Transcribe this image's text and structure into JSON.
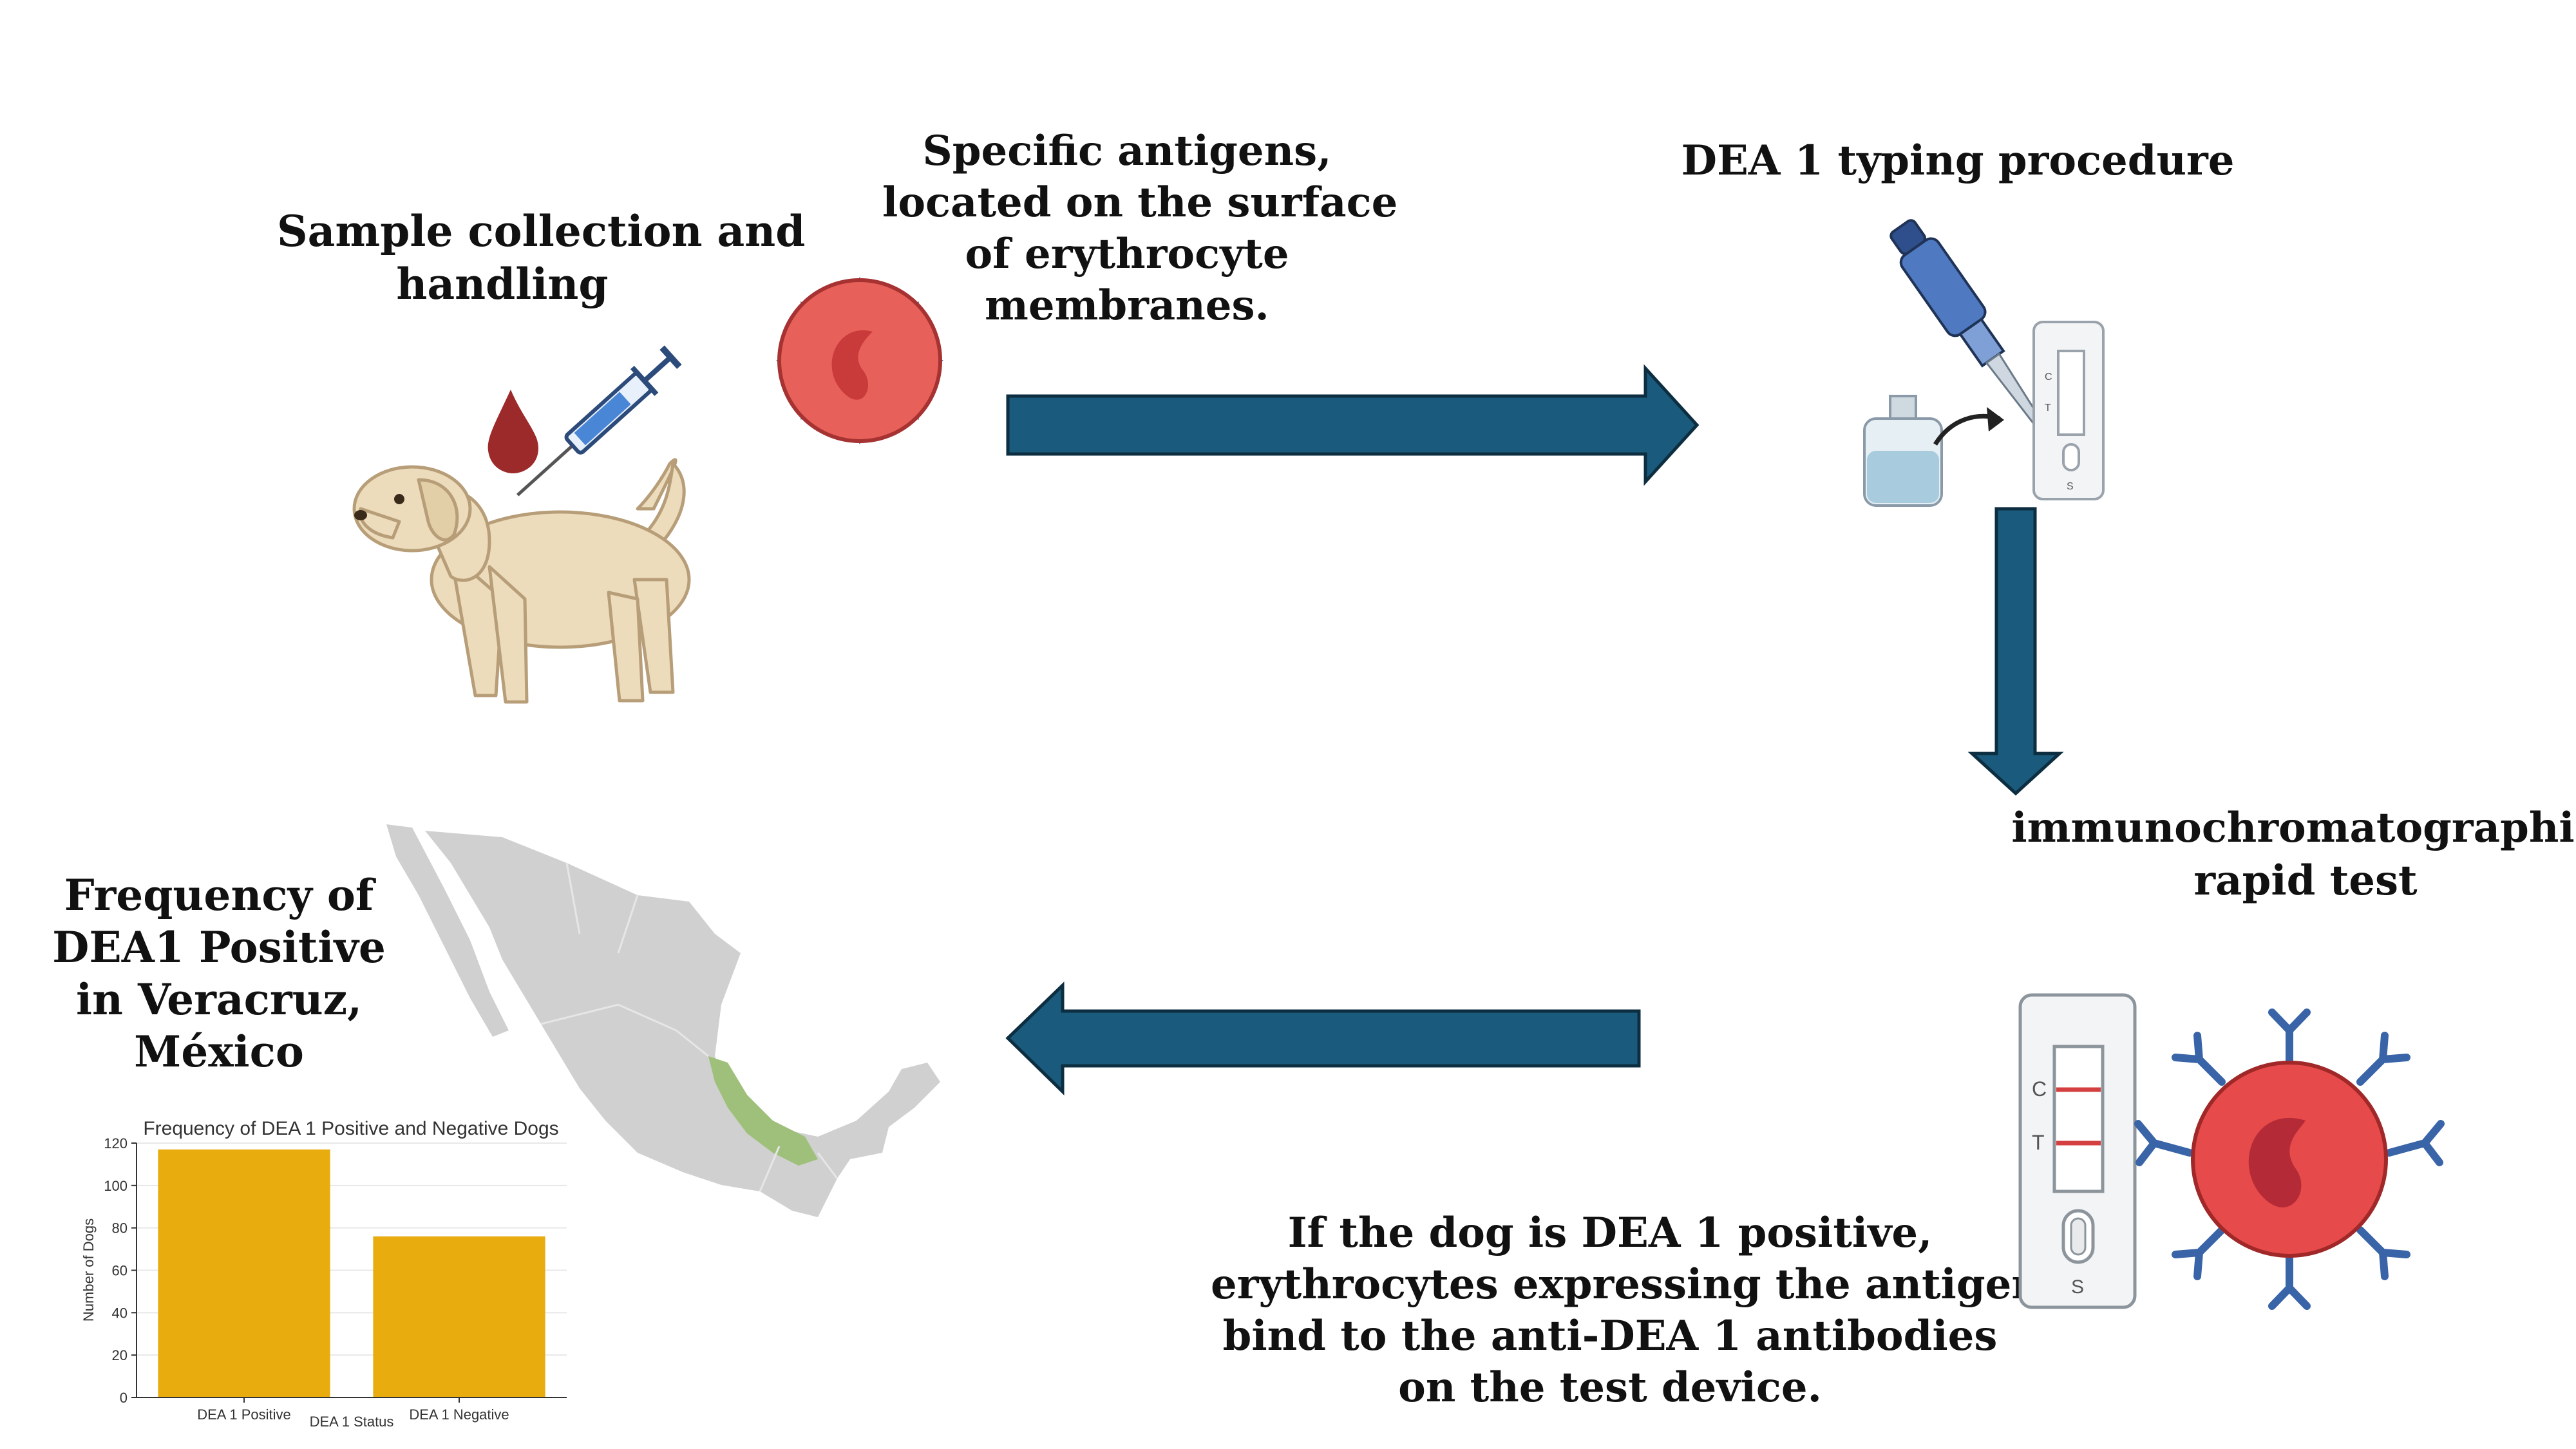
{
  "captions": {
    "sample": [
      "Sample collection and",
      "handling"
    ],
    "antigens": [
      "Specific antigens,",
      "located on the surface",
      "of erythrocyte",
      "membranes."
    ],
    "typing": [
      "DEA 1 typing procedure"
    ],
    "rapid": [
      "immunochromatographic",
      "rapid test"
    ],
    "positive": [
      "If the dog is DEA 1 positive,",
      "erythrocytes expressing the antigen",
      "bind to the anti-DEA 1 antibodies",
      "on the test device."
    ],
    "frequency": [
      "Frequency of",
      "DEA1 Positive",
      "in Veracruz,",
      "México"
    ]
  },
  "device_small": {
    "c": "C",
    "t": "T",
    "s": "S"
  },
  "device_large": {
    "c": "C",
    "t": "T",
    "s": "S"
  },
  "colors": {
    "arrow": "#1a5a7c",
    "bar": "#e8ac0e",
    "erythrocyte": "#d94d4d",
    "antibody": "#3a64a8",
    "map_land": "#d0d0d0",
    "veracruz": "#9fc07a"
  },
  "chart_data": {
    "type": "bar",
    "title": "Frequency of DEA 1 Positive and Negative Dogs",
    "categories": [
      "DEA 1 Positive",
      "DEA 1 Negative"
    ],
    "values": [
      117,
      76
    ],
    "xlabel": "DEA 1 Status",
    "ylabel": "Number of Dogs",
    "ylim": [
      0,
      120
    ],
    "yticks": [
      0,
      20,
      40,
      60,
      80,
      100,
      120
    ],
    "grid": true,
    "legend": "none"
  }
}
